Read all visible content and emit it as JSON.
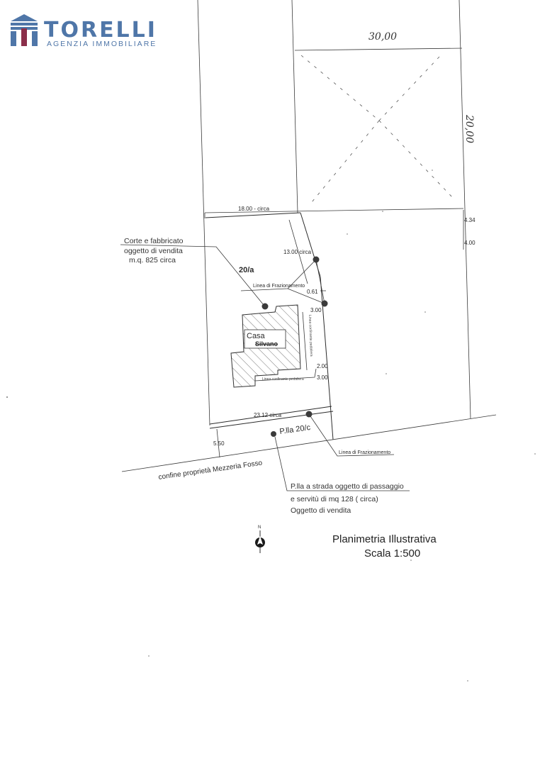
{
  "logo": {
    "name": "TORELLI",
    "subtitle": "AGENZIA IMMOBILIARE",
    "colors": {
      "blue": "#4f76a8",
      "red": "#8b2f4a"
    }
  },
  "dimensions": {
    "top_width": "30,00",
    "right_height": "20,00",
    "width_18": "18.00 - circa",
    "dim_13": "13.00 circa",
    "dim_061": "0.61",
    "dim_300a": "3.00",
    "dim_200": "2.00",
    "dim_300b": "3.00",
    "dim_2312": "23.12 circa",
    "dim_550": "5.50",
    "dim_434": "4.34",
    "dim_400": "4.00"
  },
  "labels": {
    "corte_line1": "Corte e fabbricato",
    "corte_line2": "oggetto di vendita",
    "corte_line3": "m.q. 825 circa",
    "parcel_20a": "20/a",
    "linea_fraz_1": "Linea di Frazionamento",
    "casa": "Casa",
    "casa_name": "Silvano",
    "linea_conf_vert": "Linea confinante pedaliera",
    "linea_conf_horiz": "Linea confinante pedaliera",
    "parcel_20c": "P.lla 20/c",
    "linea_fraz_2": "Linea di Frazionamento",
    "confine": "confine proprietà Mezzeria Fosso",
    "plla_line1": "P.lla a strada oggetto di passaggio",
    "plla_line2": "e servitù di mq 128 ( circa)",
    "plla_line3": "Oggetto di vendita",
    "north": "N"
  },
  "title": {
    "line1": "Planimetria Illustrativa",
    "line2": "Scala 1:500"
  }
}
